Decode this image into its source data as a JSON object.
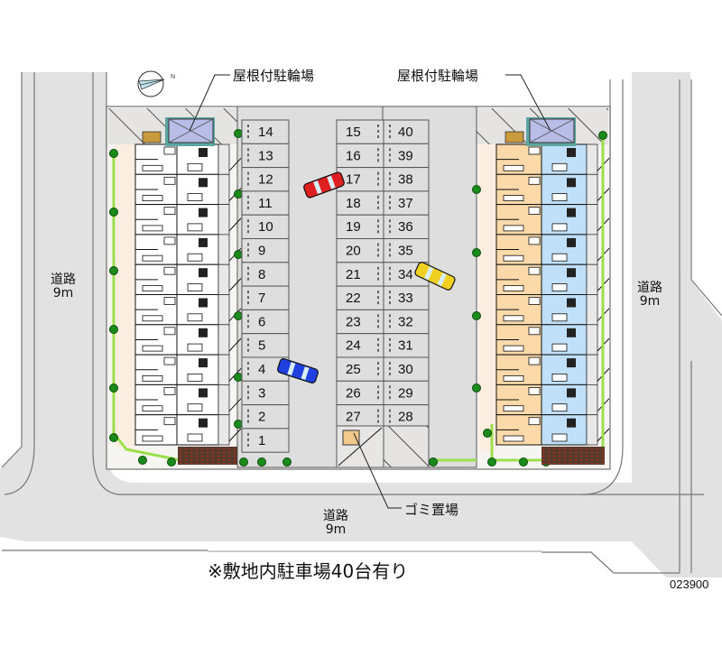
{
  "map": {
    "title_note": "※敷地内駐車場40台有り",
    "map_code": "023900",
    "compass": {
      "icon": "north-arrow-icon",
      "label": "N"
    },
    "roads": [
      {
        "id": "west",
        "name": "道路",
        "width": "9m"
      },
      {
        "id": "east",
        "name": "道路",
        "width": "9m"
      },
      {
        "id": "south",
        "name": "道路",
        "width": "9m"
      }
    ],
    "callouts": {
      "bicycle_parking_left": "屋根付駐輪場",
      "bicycle_parking_right": "屋根付駐輪場",
      "garbage_area": "ゴミ置場"
    },
    "parking": {
      "total_spaces": 40,
      "left_column": [
        "14",
        "13",
        "12",
        "11",
        "10",
        "9",
        "8",
        "7",
        "6",
        "5",
        "4",
        "3",
        "2",
        "1"
      ],
      "center_left_column": [
        "15",
        "16",
        "17",
        "18",
        "19",
        "20",
        "21",
        "22",
        "23",
        "24",
        "25",
        "26",
        "27"
      ],
      "center_right_column": [
        "40",
        "39",
        "38",
        "37",
        "36",
        "35",
        "34",
        "33",
        "32",
        "31",
        "30",
        "29",
        "28"
      ]
    },
    "cars": [
      {
        "color": "#e02020",
        "near_space": "17"
      },
      {
        "color": "#f0d020",
        "near_space": "34"
      },
      {
        "color": "#2040e0",
        "near_space": "4"
      }
    ],
    "buildings": [
      {
        "id": "west-building",
        "units_per_floor_rows": 10,
        "fill": "#ffffff"
      },
      {
        "id": "east-building",
        "units_per_floor_rows": 10,
        "fill_left": "#fbd9a8",
        "fill_right": "#bfe0f8"
      }
    ],
    "colors": {
      "road": "#e2e2e2",
      "lot": "#dedede",
      "site_path": "#fbeee0",
      "hedge": "#9be04a",
      "tree": "#1a8a1a",
      "bike_roof": "#b8bde8",
      "garbage": "#f2c98c",
      "brick": "#5a3a2a"
    }
  }
}
